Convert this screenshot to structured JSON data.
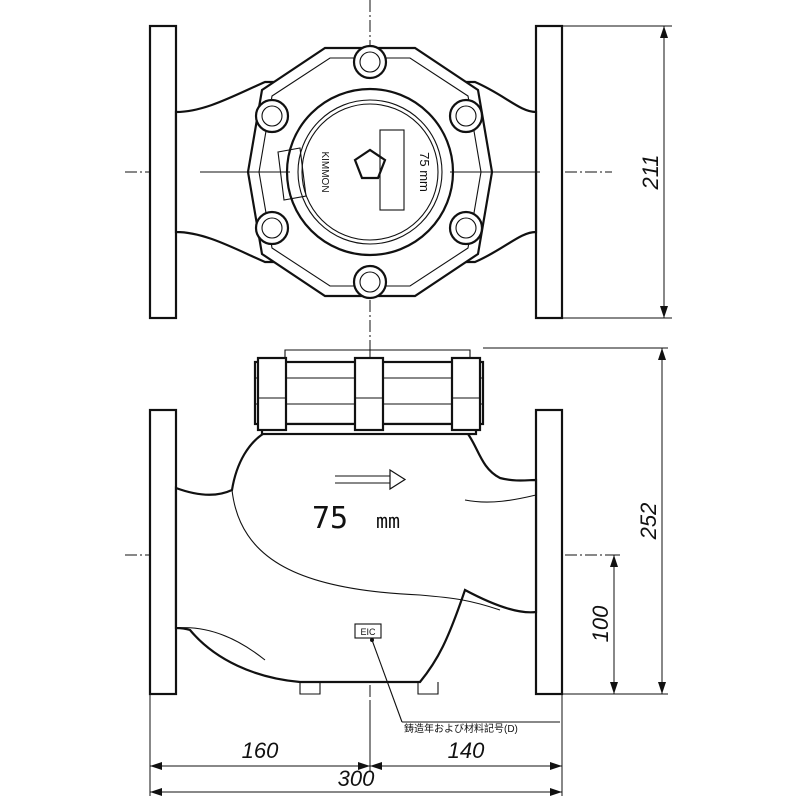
{
  "dimensions": {
    "overall_height": "211",
    "side_height": "252",
    "center_height": "100",
    "left_length": "160",
    "right_length": "140",
    "overall_length": "300"
  },
  "body_marking": {
    "size": "75",
    "unit": "mm"
  },
  "top_dial": {
    "brand": "KIMMON",
    "size_text": "75 mm"
  },
  "casting_mark": "EIC",
  "casting_note": "鋳造年および材料記号(D)"
}
